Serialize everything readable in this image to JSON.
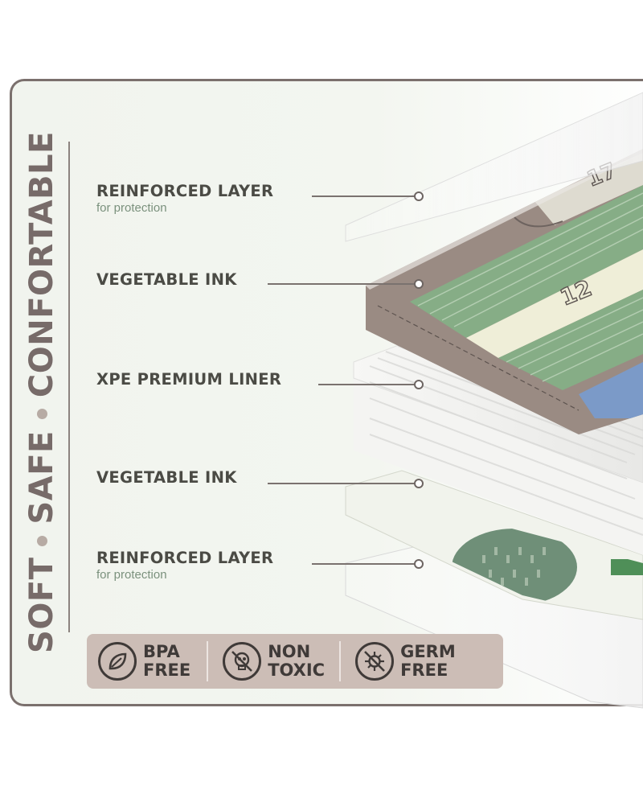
{
  "vertical_tagline": {
    "words": [
      "SOFT",
      "SAFE",
      "CONFORTABLE"
    ]
  },
  "layers": [
    {
      "title": "REINFORCED LAYER",
      "subtitle": "for protection"
    },
    {
      "title": "VEGETABLE INK"
    },
    {
      "title": "XPE PREMIUM LINER"
    },
    {
      "title": "VEGETABLE INK"
    },
    {
      "title": "REINFORCED LAYER",
      "subtitle": "for protection"
    }
  ],
  "mat_numbers": [
    "17",
    "12"
  ],
  "badges": [
    {
      "line1": "BPA",
      "line2": "FREE",
      "icon": "leaf-icon"
    },
    {
      "line1": "NON",
      "line2": "TOXIC",
      "icon": "skull-no-icon"
    },
    {
      "line1": "GERM",
      "line2": "FREE",
      "icon": "germ-no-icon"
    }
  ],
  "colors": {
    "frame": "#7b706d",
    "heading_text": "#4b4b45",
    "subtitle_text": "#7b917d",
    "badge_bar": "#ccbdb6",
    "mat_green": "#86ad86",
    "mat_taupe": "#9a8b83",
    "mat_cream": "#efeed8",
    "mat_blue": "#7b9ac8"
  }
}
